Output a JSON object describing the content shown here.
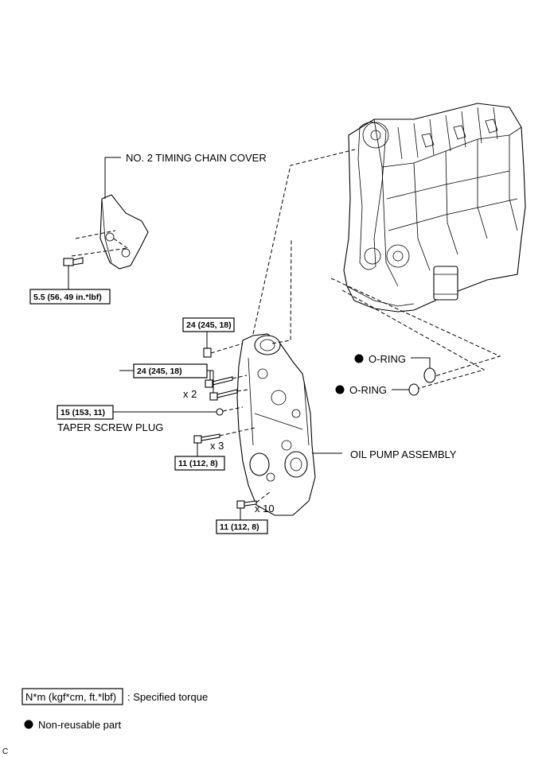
{
  "parts": {
    "timing_chain_cover": "NO. 2 TIMING CHAIN COVER",
    "oring_upper": "O-RING",
    "oring_lower": "O-RING",
    "taper_screw_plug": "TAPER SCREW PLUG",
    "oil_pump_assembly": "OIL PUMP ASSEMBLY"
  },
  "torques": {
    "cover_bolt": "5.5 (56, 49 in.*lbf)",
    "upper_bolt": "24 (245, 18)",
    "stud_bolts": "24 (245, 18)",
    "plug": "15 (153, 11)",
    "bolts_x3": "11 (112, 8)",
    "bolts_x10": "11 (112, 8)"
  },
  "quantities": {
    "stud_bolts": "x 2",
    "bolts_x3": "x 3",
    "bolts_x10": "x 10"
  },
  "legend": {
    "torque_unit": "N*m (kgf*cm, ft.*lbf)",
    "torque_desc": ": Specified torque",
    "nonreusable_desc": "Non-reusable part"
  },
  "corner_code": "C"
}
